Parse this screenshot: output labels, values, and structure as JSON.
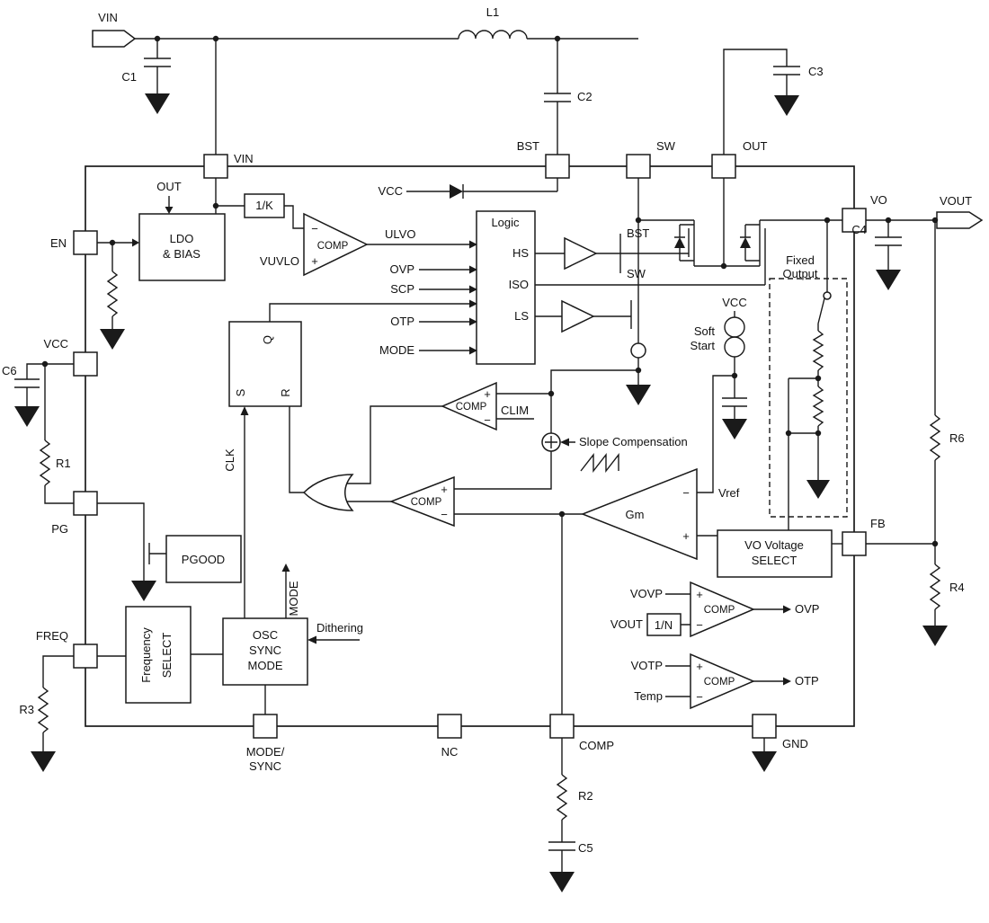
{
  "meta": {
    "type": "ic-functional-block-diagram",
    "ink_color": "#1a1a1a",
    "background": "#ffffff"
  },
  "t": {
    "vin_tag": "VIN",
    "vout_tag": "VOUT",
    "pin_vin": "VIN",
    "pin_bst": "BST",
    "pin_sw": "SW",
    "pin_out": "OUT",
    "pin_vo": "VO",
    "pin_fb": "FB",
    "pin_en": "EN",
    "pin_vcc": "VCC",
    "pin_pg": "PG",
    "pin_freq": "FREQ",
    "pin_mode1": "MODE/",
    "pin_mode2": "SYNC",
    "pin_nc": "NC",
    "pin_comp": "COMP",
    "pin_gnd": "GND",
    "c1": "C1",
    "c2": "C2",
    "c3": "C3",
    "c4": "C4",
    "c5": "C5",
    "c6": "C6",
    "l1": "L1",
    "r1": "R1",
    "r2": "R2",
    "r3": "R3",
    "r4": "R4",
    "r6": "R6",
    "ldo1": "LDO",
    "ldo2": "& BIAS",
    "out_arrow": "OUT",
    "one_k": "1/K",
    "vuvlo": "VUVLO",
    "ulvo": "ULVO",
    "comp": "COMP",
    "plus": "+",
    "minus": "−",
    "logic": "Logic",
    "in_ovp": "OVP",
    "in_scp": "SCP",
    "in_otp": "OTP",
    "in_mode": "MODE",
    "hs": "HS",
    "iso": "ISO",
    "ls": "LS",
    "bst_rail": "BST",
    "sw_rail": "SW",
    "q": "Q",
    "s": "S",
    "r": "R",
    "clk": "CLK",
    "clim": "CLIM",
    "slope": "Slope Compensation",
    "gm": "Gm",
    "vref": "Vref",
    "vcc_boot": "VCC",
    "vcc_ss": "VCC",
    "soft1": "Soft",
    "soft2": "Start",
    "fixed1": "Fixed",
    "fixed2": "Output",
    "vosel1": "VO Voltage",
    "vosel2": "SELECT",
    "pgood": "PGOOD",
    "freqsel1": "Frequency",
    "freqsel2": "SELECT",
    "osc1": "OSC",
    "osc2": "SYNC",
    "osc3": "MODE",
    "mode_rot": "MODE",
    "dithering": "Dithering",
    "vovp": "VOVP",
    "vout_div": "VOUT",
    "one_n": "1/N",
    "ovp_out": "OVP",
    "votp": "VOTP",
    "temp": "Temp",
    "otp_out": "OTP"
  }
}
